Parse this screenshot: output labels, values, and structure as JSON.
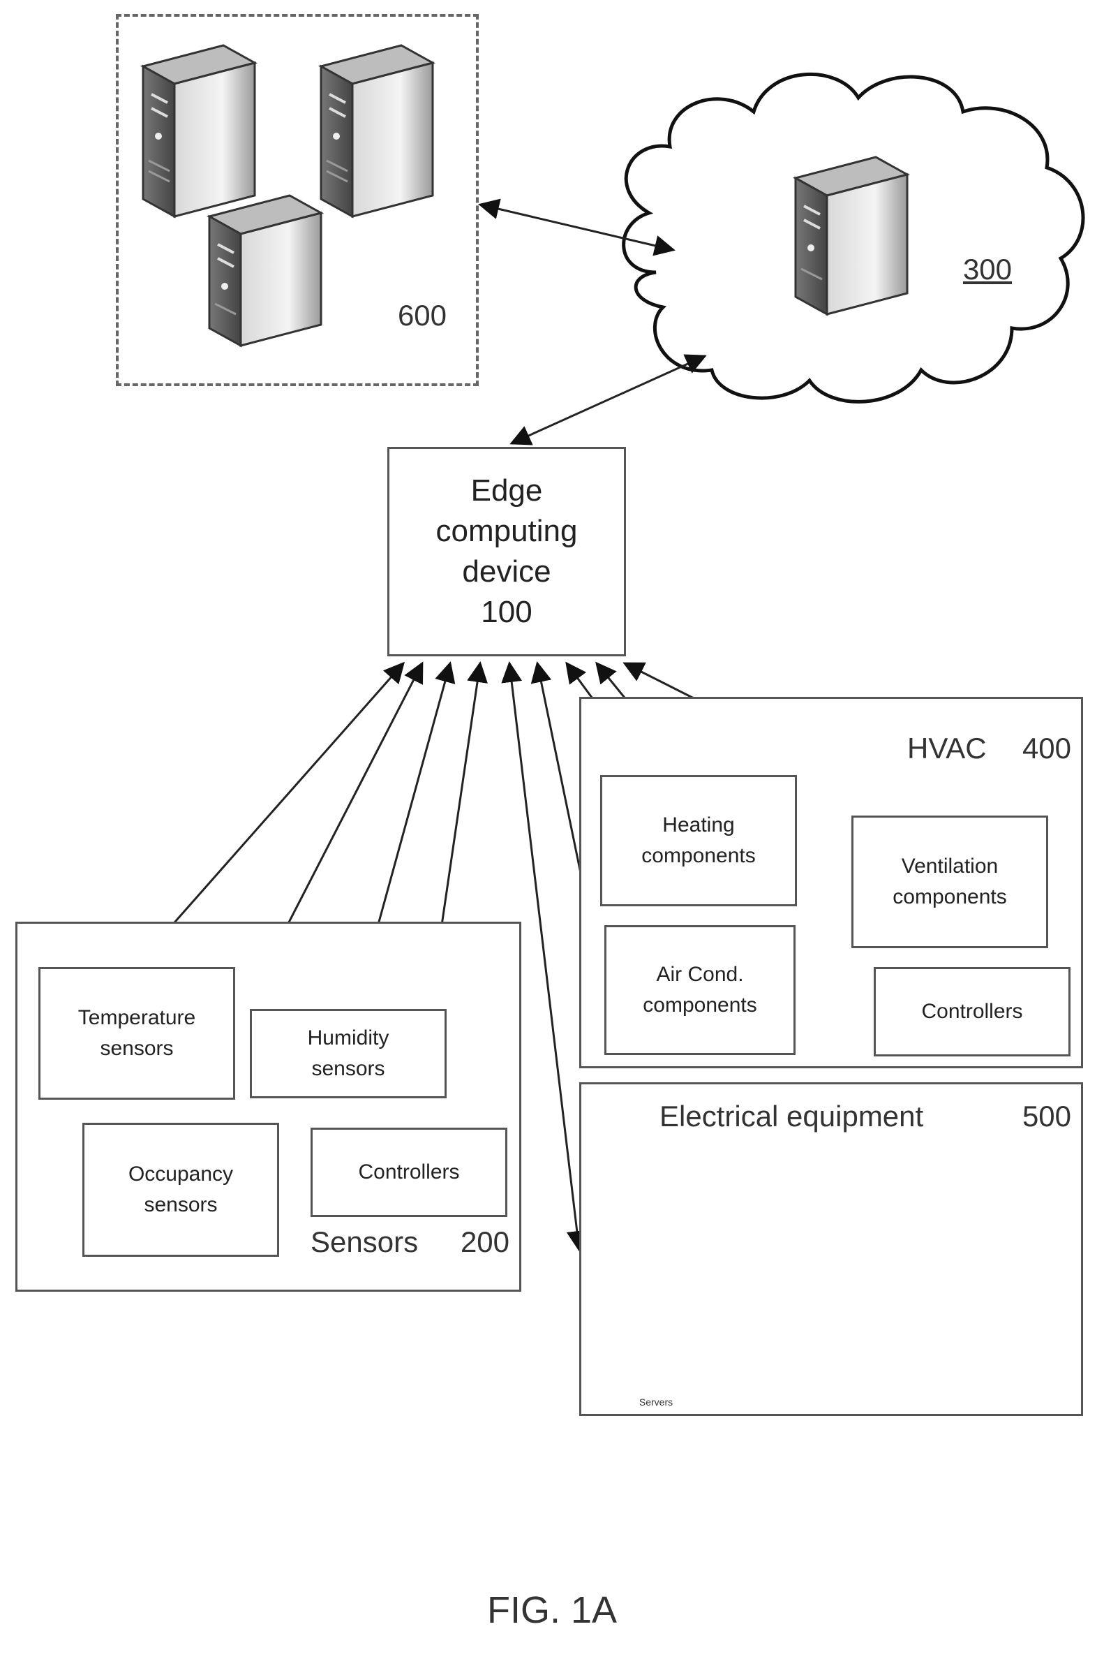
{
  "remote_servers": {
    "label": "600"
  },
  "cloud": {
    "label": "300"
  },
  "edge": {
    "line1": "Edge",
    "line2": "computing",
    "line3": "device",
    "number": "100"
  },
  "hvac": {
    "title": "HVAC",
    "number": "400",
    "heating": "Heating components",
    "ventilation": "Ventilation components",
    "aircond": "Air Cond. components",
    "controllers": "Controllers"
  },
  "sensors": {
    "title": "Sensors",
    "number": "200",
    "temperature": "Temperature sensors",
    "humidity": "Humidity sensors",
    "occupancy": "Occupancy sensors",
    "controllers": "Controllers"
  },
  "electrical": {
    "title": "Electrical equipment",
    "number": "500",
    "servers_caption": "Servers"
  },
  "figure_label": "FIG. 1A"
}
